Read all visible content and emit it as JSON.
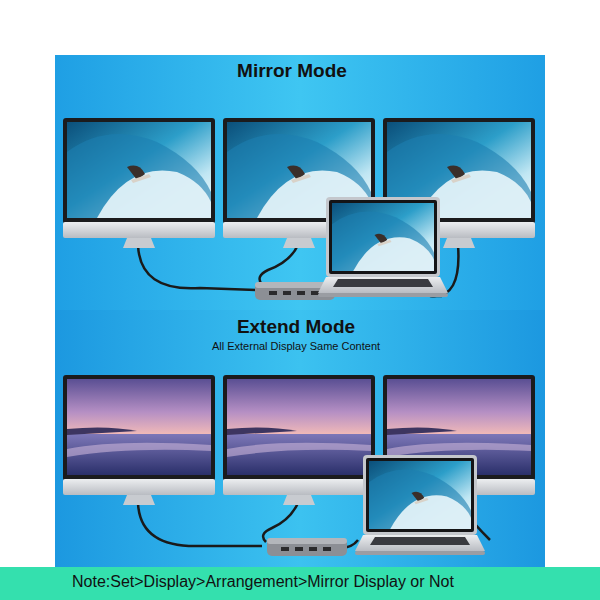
{
  "diagram": {
    "labels": [
      "Mirror Mode",
      "Extend Mode",
      "All External Display Same Content",
      "Note:Set>Display>Arrangement>Mirror Display or Not"
    ]
  }
}
